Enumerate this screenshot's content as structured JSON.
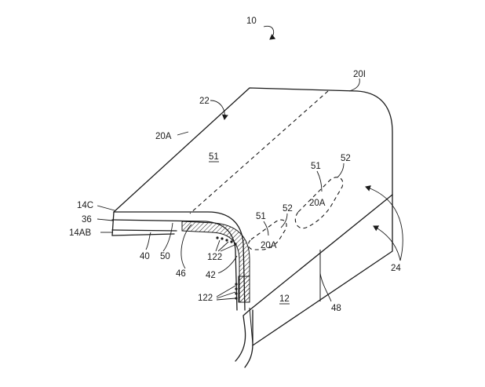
{
  "figure": {
    "labels": {
      "device": "10",
      "top_edge": "20I",
      "top_face": "22",
      "left_edge": "20A",
      "center_region": "51",
      "lower_face": "12",
      "side_face_arrow": "24",
      "lower_arrow": "48",
      "layer_top": "14C",
      "layer_mid": "36",
      "layer_bottom": "14AB",
      "inner_left": "40",
      "inner_mid": "50",
      "bend_mark": "46",
      "bend_mid": "42",
      "sensor_top": "122",
      "sensor_bottom": "122",
      "region_a_51": "51",
      "region_a_52": "52",
      "region_a_20A": "20A",
      "region_b_51": "51",
      "region_b_52": "52",
      "region_b_20A": "20A"
    }
  }
}
